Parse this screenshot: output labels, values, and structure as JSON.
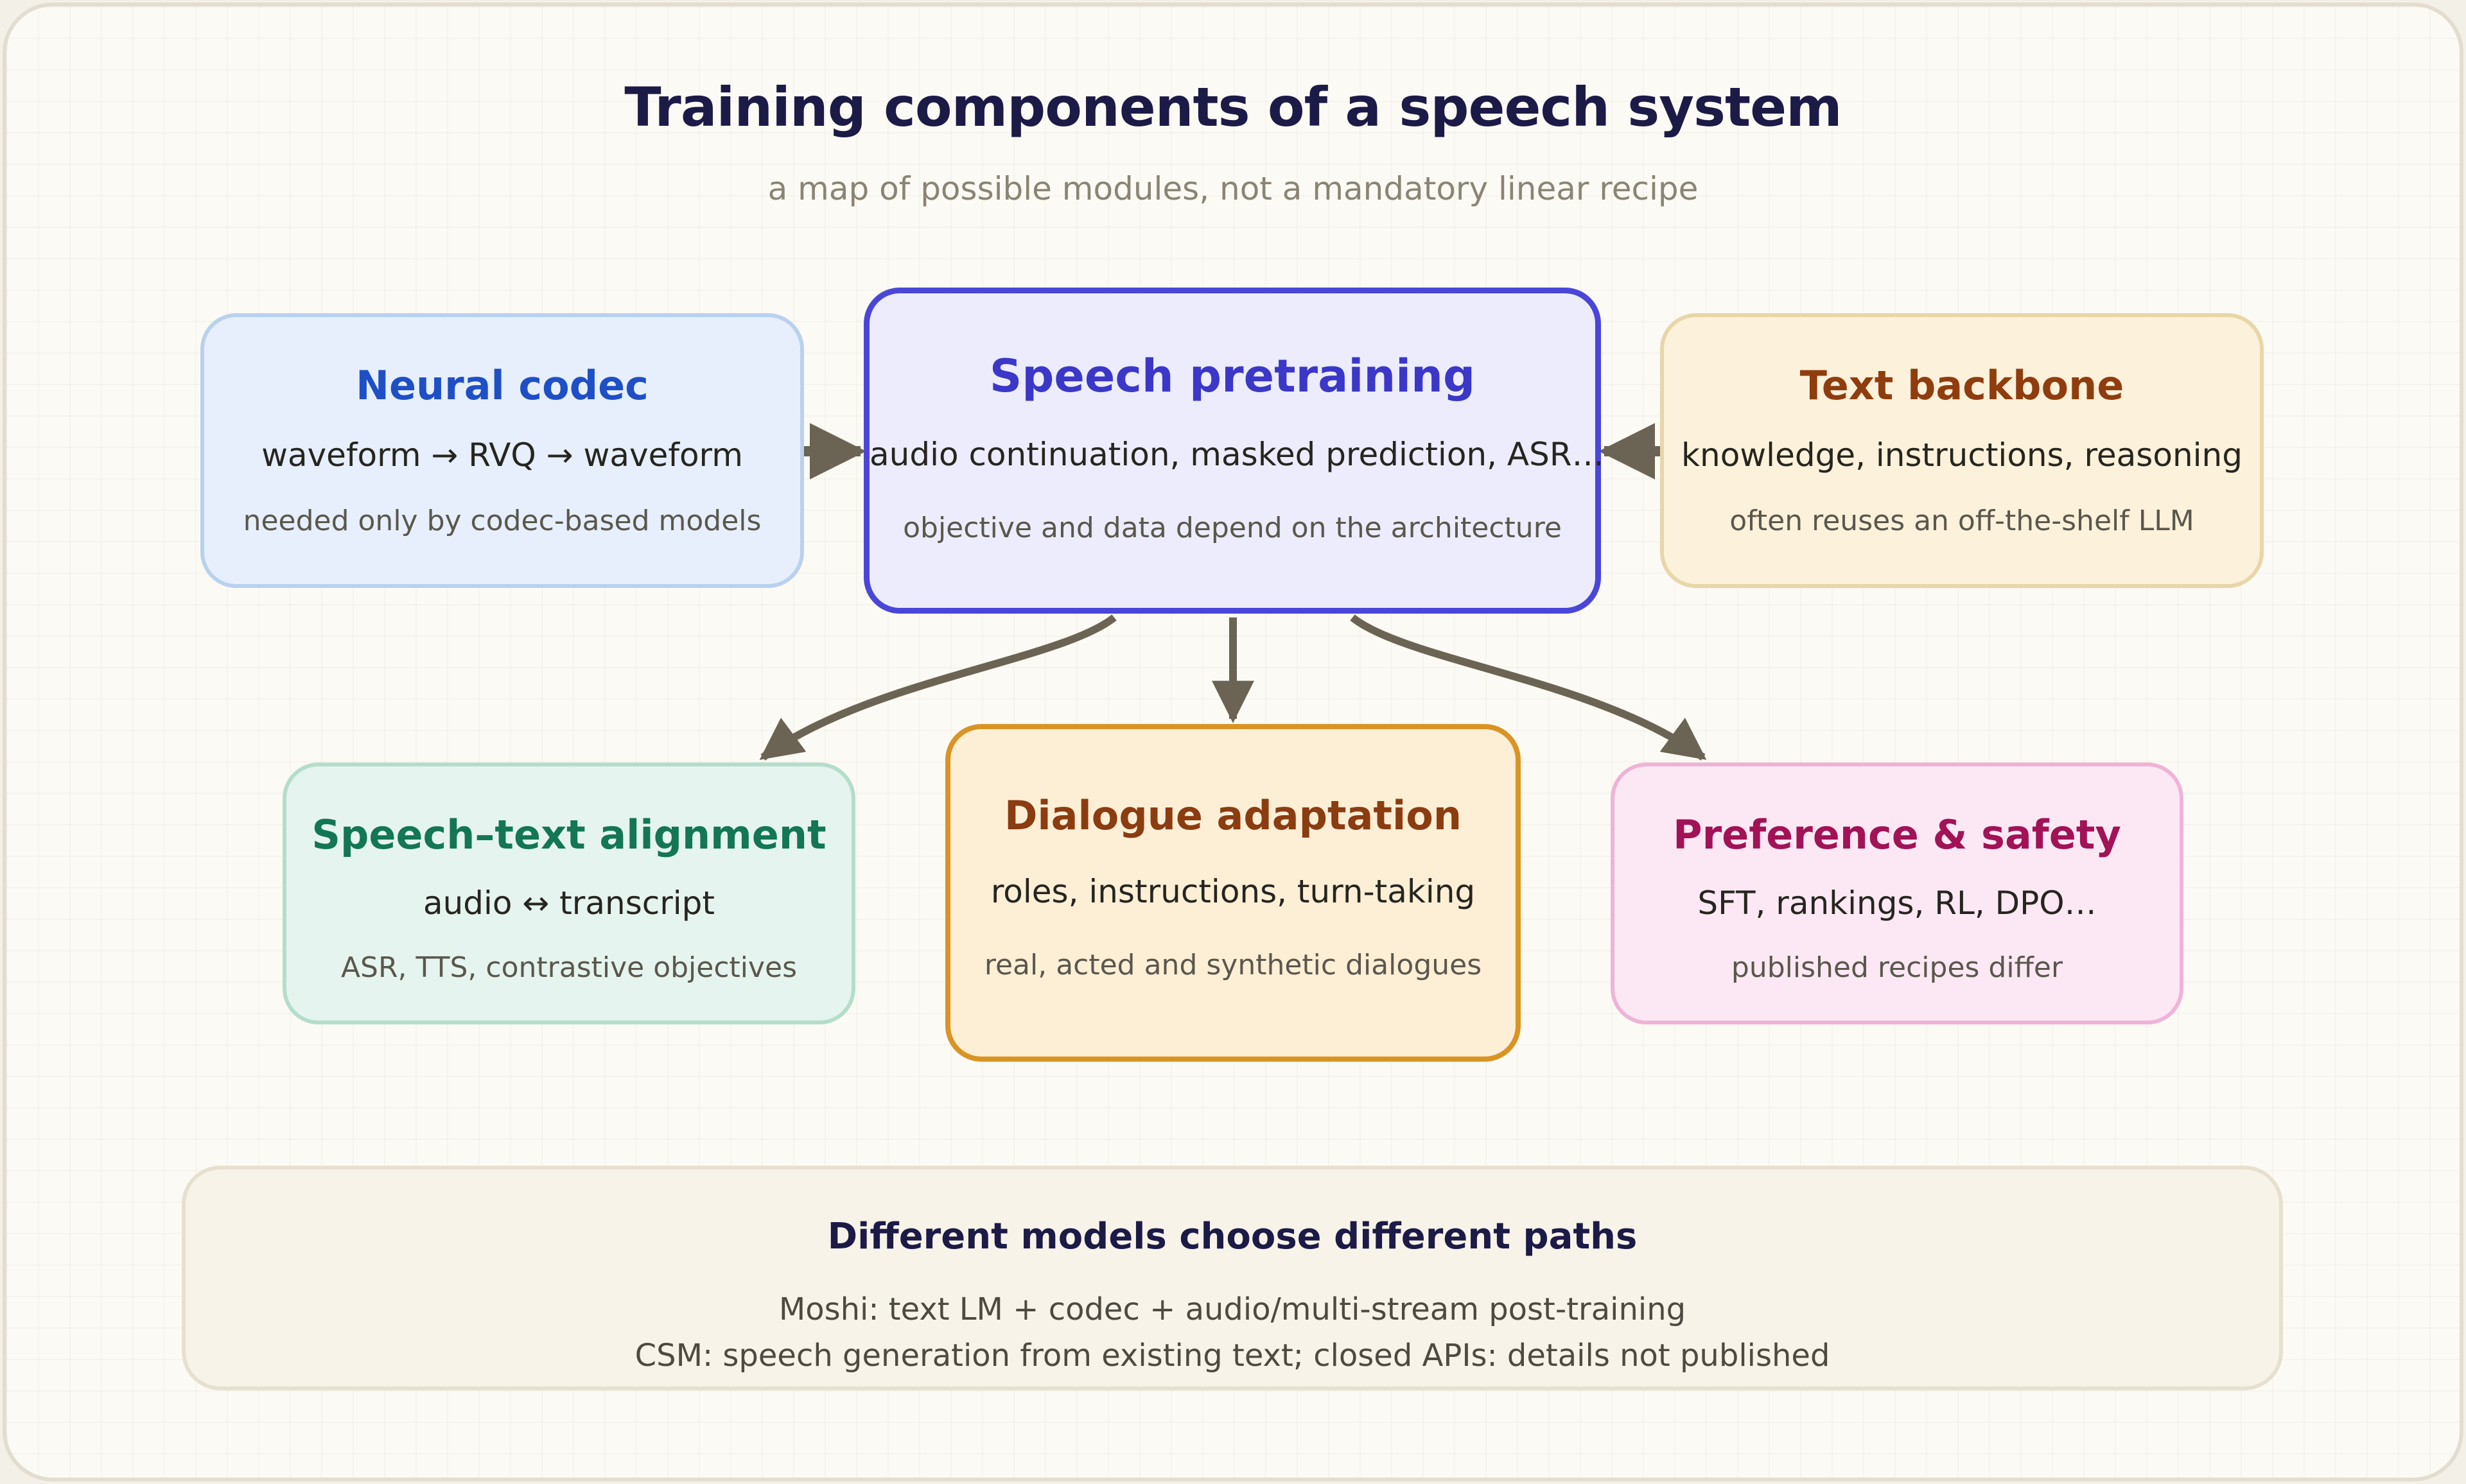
{
  "title": "Training components of a speech system",
  "subtitle": "a map of possible modules, not a mandatory linear recipe",
  "nodes": {
    "codec": {
      "heading": "Neural codec",
      "detail": "waveform → RVQ → waveform",
      "note": "needed only by codec-based models"
    },
    "pretraining": {
      "heading": "Speech pretraining",
      "detail": "audio continuation, masked prediction, ASR…",
      "note": "objective and data depend on the architecture"
    },
    "text_backbone": {
      "heading": "Text backbone",
      "detail": "knowledge, instructions, reasoning",
      "note": "often reuses an off-the-shelf LLM"
    },
    "alignment": {
      "heading": "Speech–text alignment",
      "detail": "audio ↔ transcript",
      "note": "ASR, TTS, contrastive objectives"
    },
    "dialogue": {
      "heading": "Dialogue adaptation",
      "detail": "roles, instructions, turn-taking",
      "note": "real, acted and synthetic dialogues"
    },
    "preference": {
      "heading": "Preference & safety",
      "detail": "SFT, rankings, RL, DPO…",
      "note": "published recipes differ"
    }
  },
  "edges": [
    {
      "from": "codec",
      "to": "pretraining"
    },
    {
      "from": "text_backbone",
      "to": "pretraining"
    },
    {
      "from": "pretraining",
      "to": "alignment"
    },
    {
      "from": "pretraining",
      "to": "dialogue"
    },
    {
      "from": "pretraining",
      "to": "preference"
    }
  ],
  "footer": {
    "heading": "Different models choose different paths",
    "line1": "Moshi: text LM + codec + audio/multi-stream post-training",
    "line2": "CSM: speech generation from existing text; closed APIs: details not published"
  },
  "colors": {
    "arrow": "#6b6454",
    "codec_accent": "#1f4fc6",
    "pretraining_accent": "#4a46d8",
    "text_backbone_accent": "#8f3d0e",
    "alignment_accent": "#137654",
    "dialogue_accent": "#d99424",
    "preference_accent": "#a11356"
  }
}
